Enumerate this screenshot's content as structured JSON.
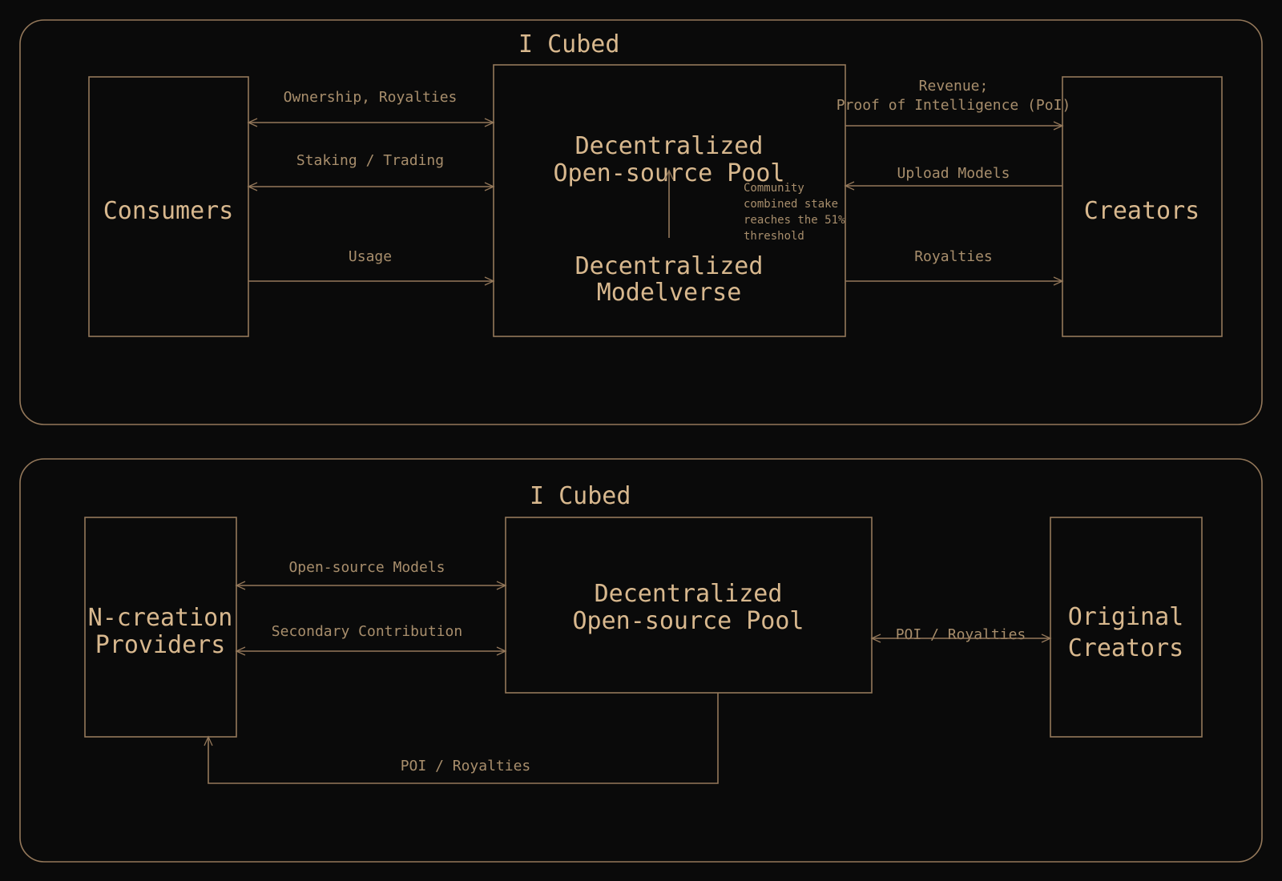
{
  "colors": {
    "background": "#0a0a0a",
    "line": "#94785a",
    "title_text": "#d8b88e",
    "label_text": "#a88e6c"
  },
  "top_diagram": {
    "title": "I Cubed",
    "nodes": {
      "consumers": "Consumers",
      "pool_line1": "Decentralized",
      "pool_line2": "Open-source Pool",
      "modelverse_line1": "Decentralized",
      "modelverse_line2": "Modelverse",
      "creators": "Creators"
    },
    "edges": {
      "ownership_royalties": "Ownership, Royalties",
      "staking_trading": "Staking / Trading",
      "usage": "Usage",
      "revenue_line1": "Revenue;",
      "revenue_line2": "Proof of Intelligence (PoI)",
      "upload_models": "Upload Models",
      "royalties": "Royalties"
    },
    "note": {
      "line1": "Community",
      "line2": "combined stake",
      "line3": "reaches the 51%",
      "line4": "threshold"
    }
  },
  "bottom_diagram": {
    "title": "I Cubed",
    "nodes": {
      "providers_line1": "N-creation",
      "providers_line2": "Providers",
      "pool_line1": "Decentralized",
      "pool_line2": "Open-source Pool",
      "original_line1": "Original",
      "original_line2": "Creators"
    },
    "edges": {
      "open_source_models": "Open-source Models",
      "secondary_contribution": "Secondary Contribution",
      "poi_royalties_right": "POI / Royalties",
      "poi_royalties_bottom": "POI / Royalties"
    }
  }
}
